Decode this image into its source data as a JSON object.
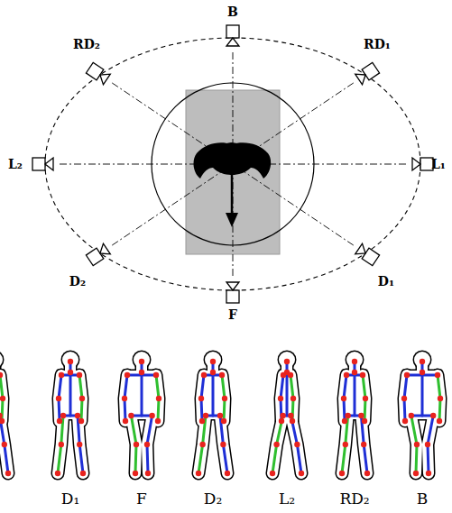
{
  "diagram": {
    "labels": [
      "B",
      "RD₂",
      "RD₁",
      "L₂",
      "L₁",
      "D₂",
      "D₁",
      "F",
      "D₁",
      "F",
      "D₂",
      "L₂",
      "RD₂",
      "B"
    ]
  }
}
